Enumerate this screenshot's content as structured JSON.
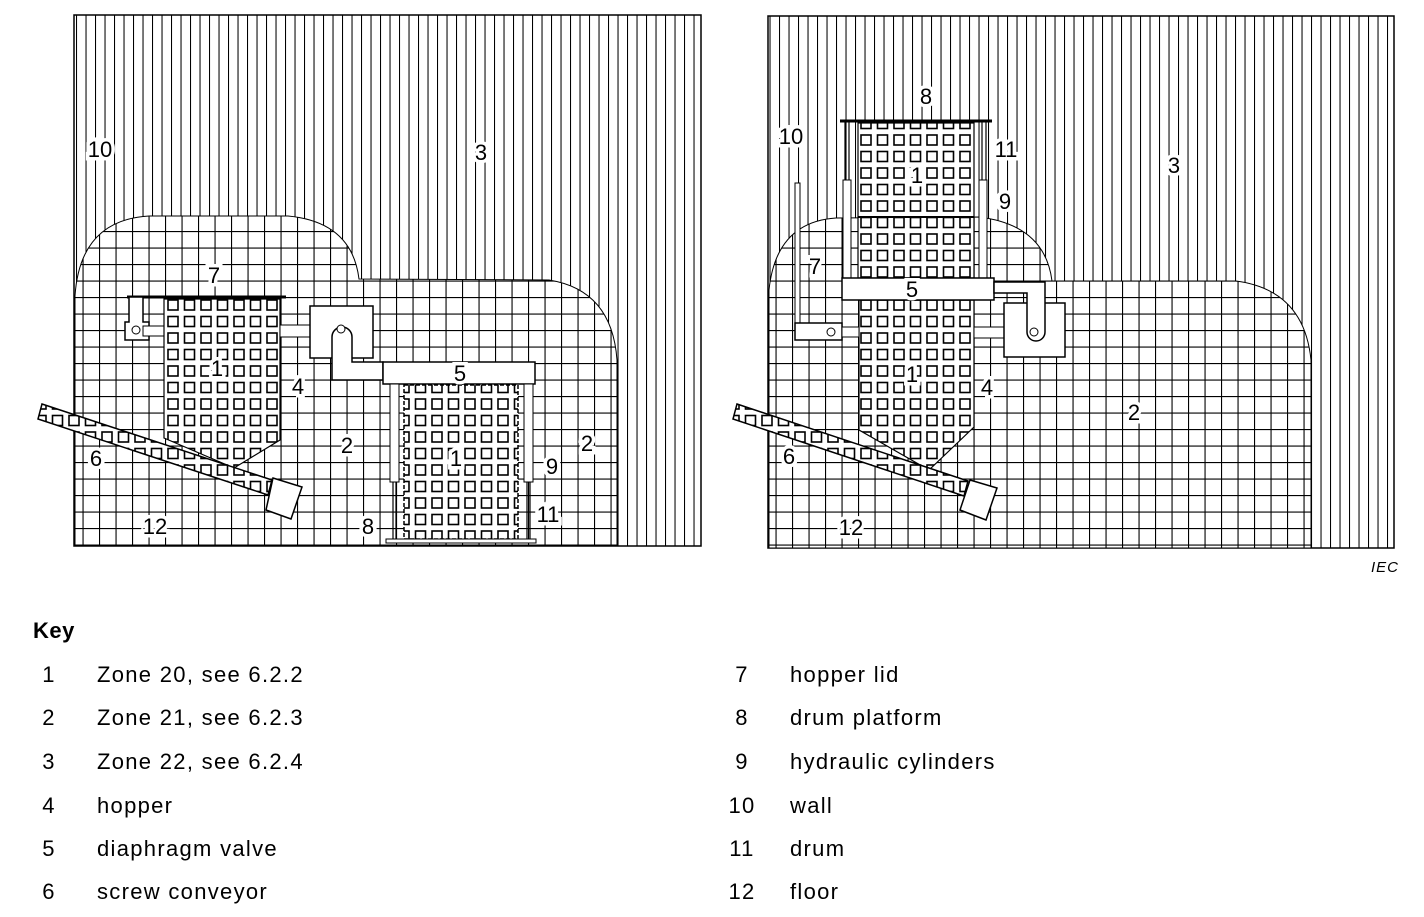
{
  "figure_left": {
    "labels": {
      "l10": "10",
      "l3": "3",
      "l7": "7",
      "l1a": "1",
      "l4": "4",
      "l5": "5",
      "l2a": "2",
      "l2b": "2",
      "l1b": "1",
      "l9": "9",
      "l6": "6",
      "l11": "11",
      "l12": "12",
      "l8": "8"
    }
  },
  "figure_right": {
    "labels": {
      "l8": "8",
      "l10": "10",
      "l11": "11",
      "l3": "3",
      "l1a": "1",
      "l9": "9",
      "l7": "7",
      "l5": "5",
      "l1b": "1",
      "l4": "4",
      "l2": "2",
      "l6": "6",
      "l12": "12"
    }
  },
  "credit": "IEC",
  "key": {
    "title": "Key",
    "items": [
      {
        "num": "1",
        "text": "Zone 20, see 6.2.2"
      },
      {
        "num": "2",
        "text": "Zone 21, see 6.2.3"
      },
      {
        "num": "3",
        "text": "Zone 22, see 6.2.4"
      },
      {
        "num": "4",
        "text": "hopper"
      },
      {
        "num": "5",
        "text": "diaphragm valve"
      },
      {
        "num": "6",
        "text": "screw conveyor"
      },
      {
        "num": "7",
        "text": "hopper lid"
      },
      {
        "num": "8",
        "text": "drum platform"
      },
      {
        "num": "9",
        "text": "hydraulic cylinders"
      },
      {
        "num": "10",
        "text": "wall"
      },
      {
        "num": "11",
        "text": "drum"
      },
      {
        "num": "12",
        "text": "floor"
      }
    ]
  }
}
